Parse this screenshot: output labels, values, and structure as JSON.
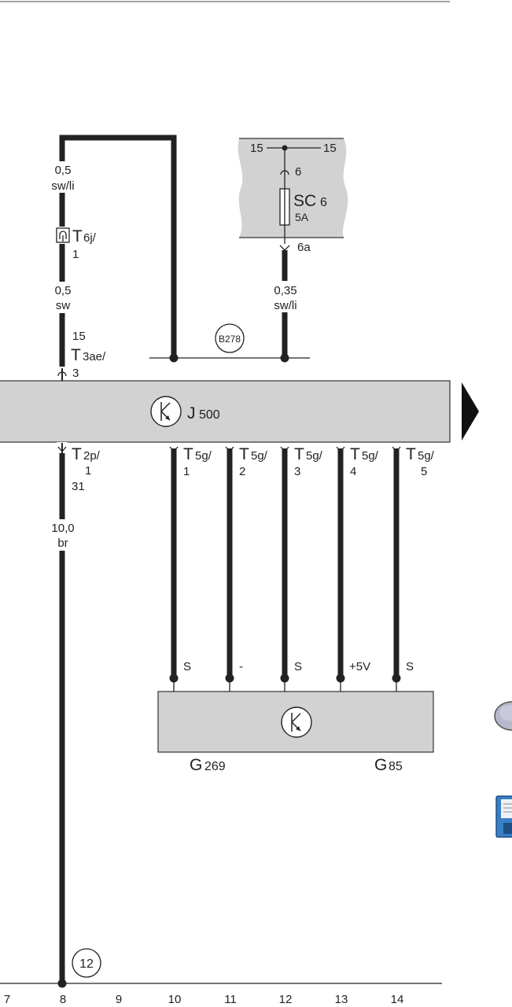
{
  "top_wire": {
    "upper": {
      "size": "0,5",
      "color": "sw/li"
    },
    "lower": {
      "size": "0,5",
      "color": "sw"
    }
  },
  "connector_t6j": {
    "prefix": "T",
    "sub": "6j/",
    "pin": "1"
  },
  "connector_t3ae": {
    "terminal": "15",
    "prefix": "T",
    "sub": "3ae/",
    "pin": "3"
  },
  "fuse_panel": {
    "left_15": "15",
    "right_15": "15",
    "in_pin": "6",
    "fuse_prefix": "SC",
    "fuse_num": "6",
    "fuse_rating": "5A",
    "out_pin": "6a"
  },
  "fuse_wire": {
    "size": "0,35",
    "color": "sw/li"
  },
  "splice": {
    "label": "B278"
  },
  "control_unit": {
    "prefix": "J",
    "num": "500"
  },
  "ground_wire": {
    "connector_prefix": "T",
    "connector_sub": "2p/",
    "connector_pin": "1",
    "terminal": "31",
    "size": "10,0",
    "color": "br"
  },
  "sensor_connectors": [
    {
      "prefix": "T",
      "sub": "5g/",
      "pin": "1",
      "signal": "S"
    },
    {
      "prefix": "T",
      "sub": "5g/",
      "pin": "2",
      "signal": "-"
    },
    {
      "prefix": "T",
      "sub": "5g/",
      "pin": "3",
      "signal": "S"
    },
    {
      "prefix": "T",
      "sub": "5g/",
      "pin": "4",
      "signal": "+5V"
    },
    {
      "prefix": "T",
      "sub": "5g/",
      "pin": "5",
      "signal": "S"
    }
  ],
  "sensor_box": {
    "left_prefix": "G",
    "left_num": "269",
    "right_prefix": "G",
    "right_num": "85"
  },
  "ground_ref": {
    "label": "12"
  },
  "bottom_scale": [
    "7",
    "8",
    "9",
    "10",
    "11",
    "12",
    "13",
    "14"
  ],
  "colors": {
    "wire": "#222222",
    "box_fill": "#d2d2d2",
    "background": "#ffffff"
  },
  "icons": [
    "next-page-arrow-icon",
    "globe-icon",
    "save-document-icon"
  ]
}
